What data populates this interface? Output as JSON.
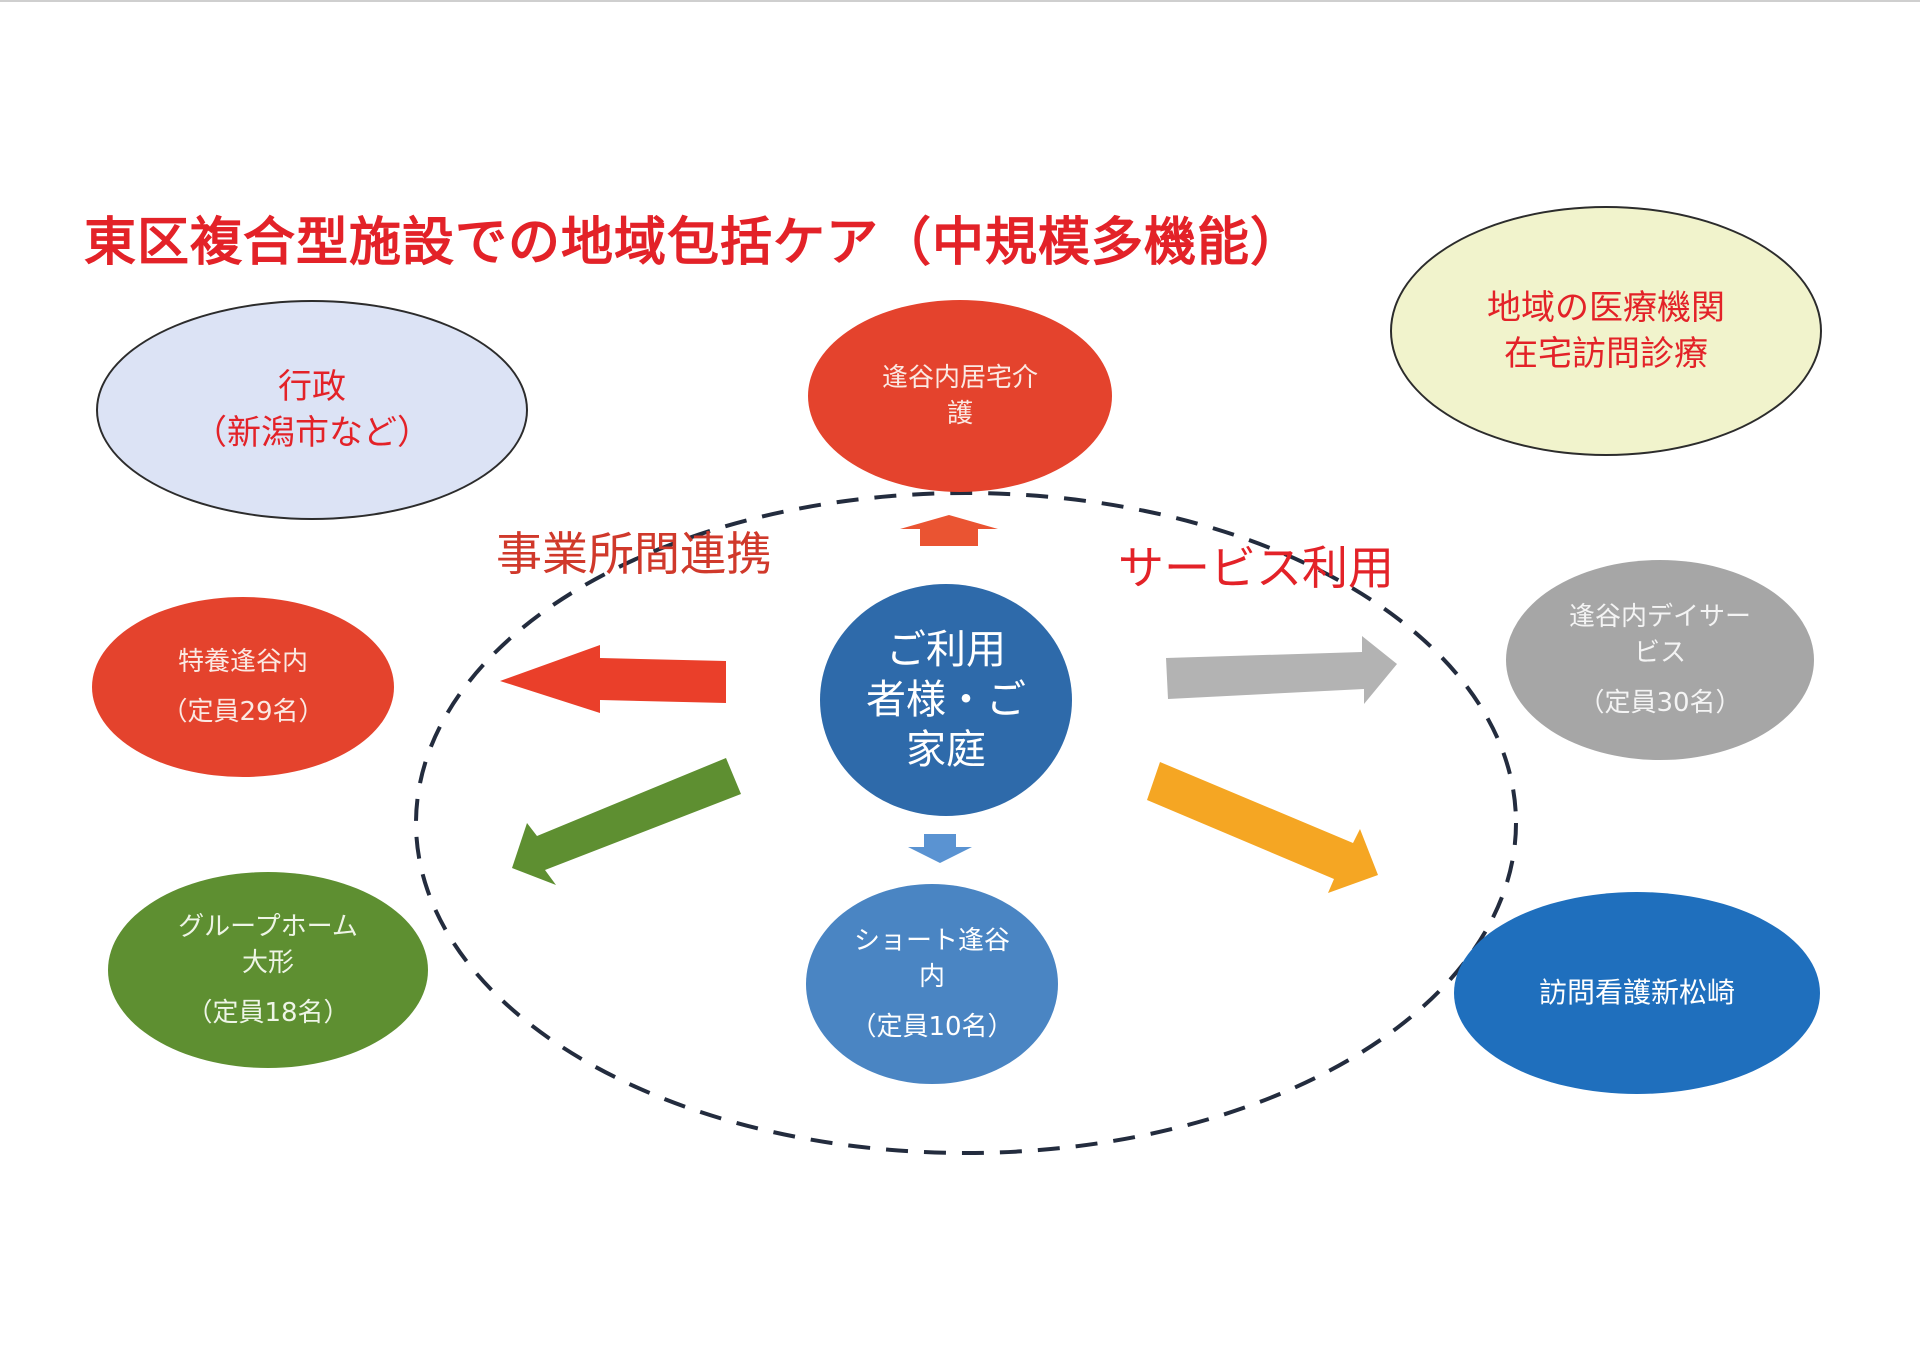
{
  "title": "東区複合型施設での地域包括ケア（中規模多機能）",
  "labels": {
    "left": "事業所間連携",
    "right": "サービス利用"
  },
  "nodes": {
    "gyosei": {
      "lines": [
        "行政",
        "（新潟市など）"
      ],
      "color": "#dce3f5",
      "text_color": "#e32228"
    },
    "iryo": {
      "lines": [
        "地域の医療機関",
        "在宅訪問診療"
      ],
      "color": "#f1f3cc",
      "text_color": "#e32228"
    },
    "kyotaku": {
      "lines": [
        "逢谷内居宅介",
        "護"
      ],
      "color": "#e4432d"
    },
    "tokuyo": {
      "lines": [
        "特養逢谷内"
      ],
      "capacity": "（定員29名）",
      "color": "#e4432d"
    },
    "user": {
      "lines": [
        "ご利用",
        "者様・ご",
        "家庭"
      ],
      "color": "#2e6aaa"
    },
    "day": {
      "lines": [
        "逢谷内デイサー",
        "ビス"
      ],
      "capacity": "（定員30名）",
      "color": "#a6a6a6"
    },
    "gh": {
      "lines": [
        "グループホーム",
        "大形"
      ],
      "capacity": "（定員18名）",
      "color": "#5e8f31"
    },
    "short": {
      "lines": [
        "ショート逢谷",
        "内"
      ],
      "capacity": "（定員10名）",
      "color": "#4a85c3"
    },
    "houkan": {
      "lines": [
        "訪問看護新松崎"
      ],
      "color": "#1f6fbd"
    }
  },
  "arrows": [
    {
      "name": "arrow-to-kyotaku",
      "direction": "up",
      "color": "#ea5432"
    },
    {
      "name": "arrow-to-tokuyo",
      "direction": "left",
      "color": "#ea3f2a"
    },
    {
      "name": "arrow-to-grouphome",
      "direction": "down-left",
      "color": "#5e8f31"
    },
    {
      "name": "arrow-to-short",
      "direction": "down",
      "color": "#5a93d2"
    },
    {
      "name": "arrow-to-day",
      "direction": "right",
      "color": "#b3b3b3"
    },
    {
      "name": "arrow-to-houkan",
      "direction": "down-right",
      "color": "#f5a623"
    }
  ],
  "boundary_color": "#232c3e"
}
